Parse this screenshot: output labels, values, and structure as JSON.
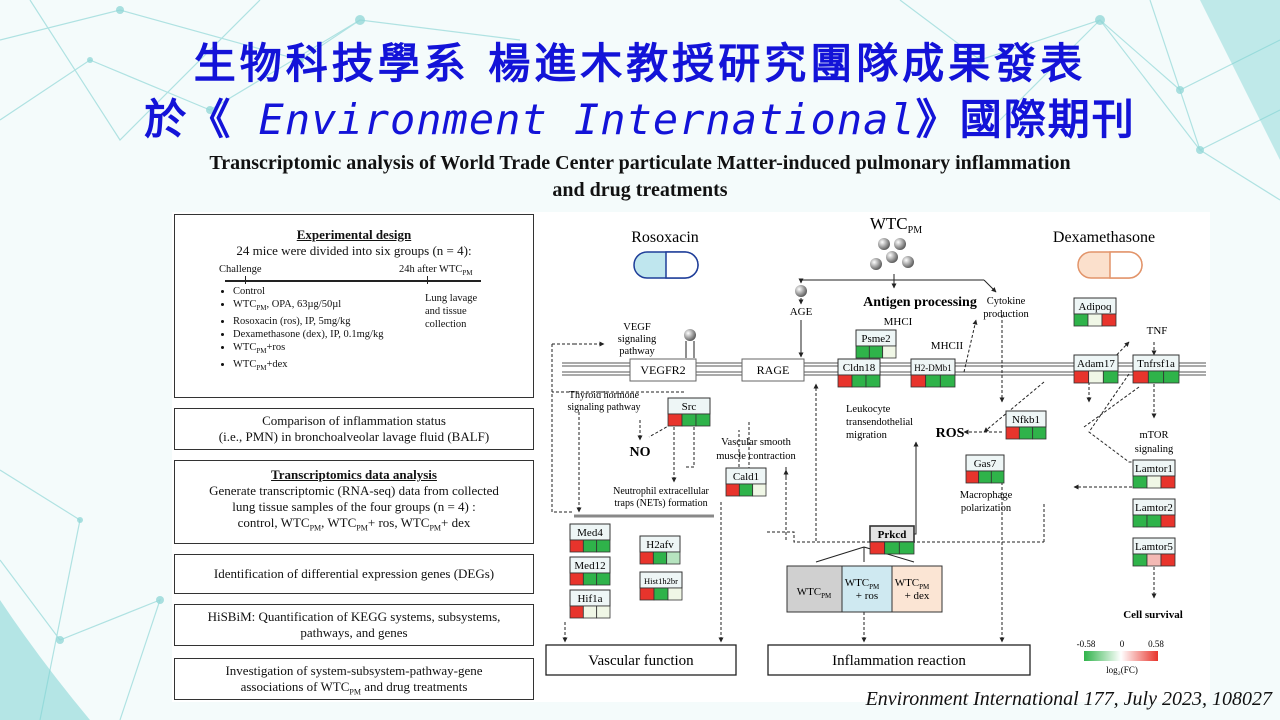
{
  "title_line1": "生物科技學系 楊進木教授研究團隊成果發表",
  "title_line2_pre": "於《",
  "title_line2_journal": " Environment International",
  "title_line2_post": "》國際期刊",
  "subtitle_line1": "Transcriptomic analysis of World Trade Center particulate Matter-induced pulmonary inflammation",
  "subtitle_line2": "and drug treatments",
  "citation": "Environment International 177, July 2023, 108027",
  "workflow": {
    "design_title": "Experimental design",
    "design_intro": "24 mice were divided into six groups (n = 4):",
    "challenge": "Challenge",
    "after": "24h after WTC",
    "lavage": [
      "Lung lavage",
      "and tissue",
      "collection"
    ],
    "groups": [
      "Control",
      "WTC, OPA, 63µg/50µl",
      "Rosoxacin (ros), IP, 5mg/kg",
      "Dexamethasone (dex), IP, 0.1mg/kg",
      "WTC+ros",
      "WTC+dex"
    ],
    "step2": [
      "Comparison of inflammation status",
      "(i.e., PMN) in bronchoalveolar lavage fluid (BALF)"
    ],
    "step3_title": "Transcriptomics data analysis",
    "step3": [
      "Generate transcriptomic (RNA-seq) data from collected",
      "lung tissue samples of the four groups (n = 4) :",
      "control, WTC, WTC+ ros, WTC+ dex"
    ],
    "step4": "Identification of differential expression genes (DEGs)",
    "step5": [
      "HiSBiM: Quantification of KEGG systems, subsystems,",
      "pathways, and genes"
    ],
    "step6": [
      "Investigation of system-subsystem-pathway-gene",
      "associations of WTC and drug treatments"
    ],
    "pm": "PM"
  },
  "pathway": {
    "rosoxacin": "Rosoxacin",
    "dexamethasone": "Dexamethasone",
    "wtc": "WTC",
    "pm": "PM",
    "antigen": "Antigen processing",
    "age": "AGE",
    "mhci": "MHCI",
    "mhcii": "MHCII",
    "cytokine": [
      "Cytokine",
      "production"
    ],
    "tnf": "TNF",
    "vegf": [
      "VEGF",
      "signaling",
      "pathway"
    ],
    "thyroid": [
      "Thyroid hormone",
      "signaling pathway"
    ],
    "no": "NO",
    "net": [
      "Neutrophil extracellular",
      "traps (NETs) formation"
    ],
    "vsm": [
      "Vascular smooth",
      "muscle contraction"
    ],
    "leuko": [
      "Leukocyte",
      "transendothelial",
      "migration"
    ],
    "ros": "ROS",
    "macro": [
      "Macrophage",
      "polarization"
    ],
    "mtor": [
      "mTOR",
      "signaling"
    ],
    "survival": "Cell survival",
    "vascular": "Vascular function",
    "inflammation": "Inflammation reaction",
    "legend_min": "-0.58",
    "legend_mid": "0",
    "legend_max": "0.58",
    "legend_label": "log₂(FC)",
    "treat_wtc": "WTC",
    "treat_ros": [
      "WTC",
      "+ ros"
    ],
    "treat_dex": [
      "WTC",
      "+ dex"
    ],
    "receptors": {
      "vegfr2": "VEGFR2",
      "rage": "RAGE",
      "cldn18": "Cldn18",
      "h2dmb1": "H2-DMb1",
      "adam17": "Adam17",
      "tnfrsf1a": "Tnfrsf1a"
    },
    "genes": {
      "psme2": "Psme2",
      "adipoq": "Adipoq",
      "src": "Src",
      "nfkb1": "Nfkb1",
      "gas7": "Gas7",
      "cald1": "Cald1",
      "prkcd": "Prkcd",
      "med4": "Med4",
      "med12": "Med12",
      "hif1a": "Hif1a",
      "h2afv": "H2afv",
      "hist1h2br": "Hist1h2br",
      "lamtor1": "Lamtor1",
      "lamtor2": "Lamtor2",
      "lamtor5": "Lamtor5"
    }
  },
  "colors": {
    "title": "#1313d8",
    "red": "#e8342c",
    "green": "#2fb34a",
    "light_green": "#b6e4bf",
    "pale": "#f0f7e6",
    "light_red": "#f3b9b4",
    "ros_capsule": "#bfe6ee",
    "dex_capsule": "#fbe0cc"
  }
}
